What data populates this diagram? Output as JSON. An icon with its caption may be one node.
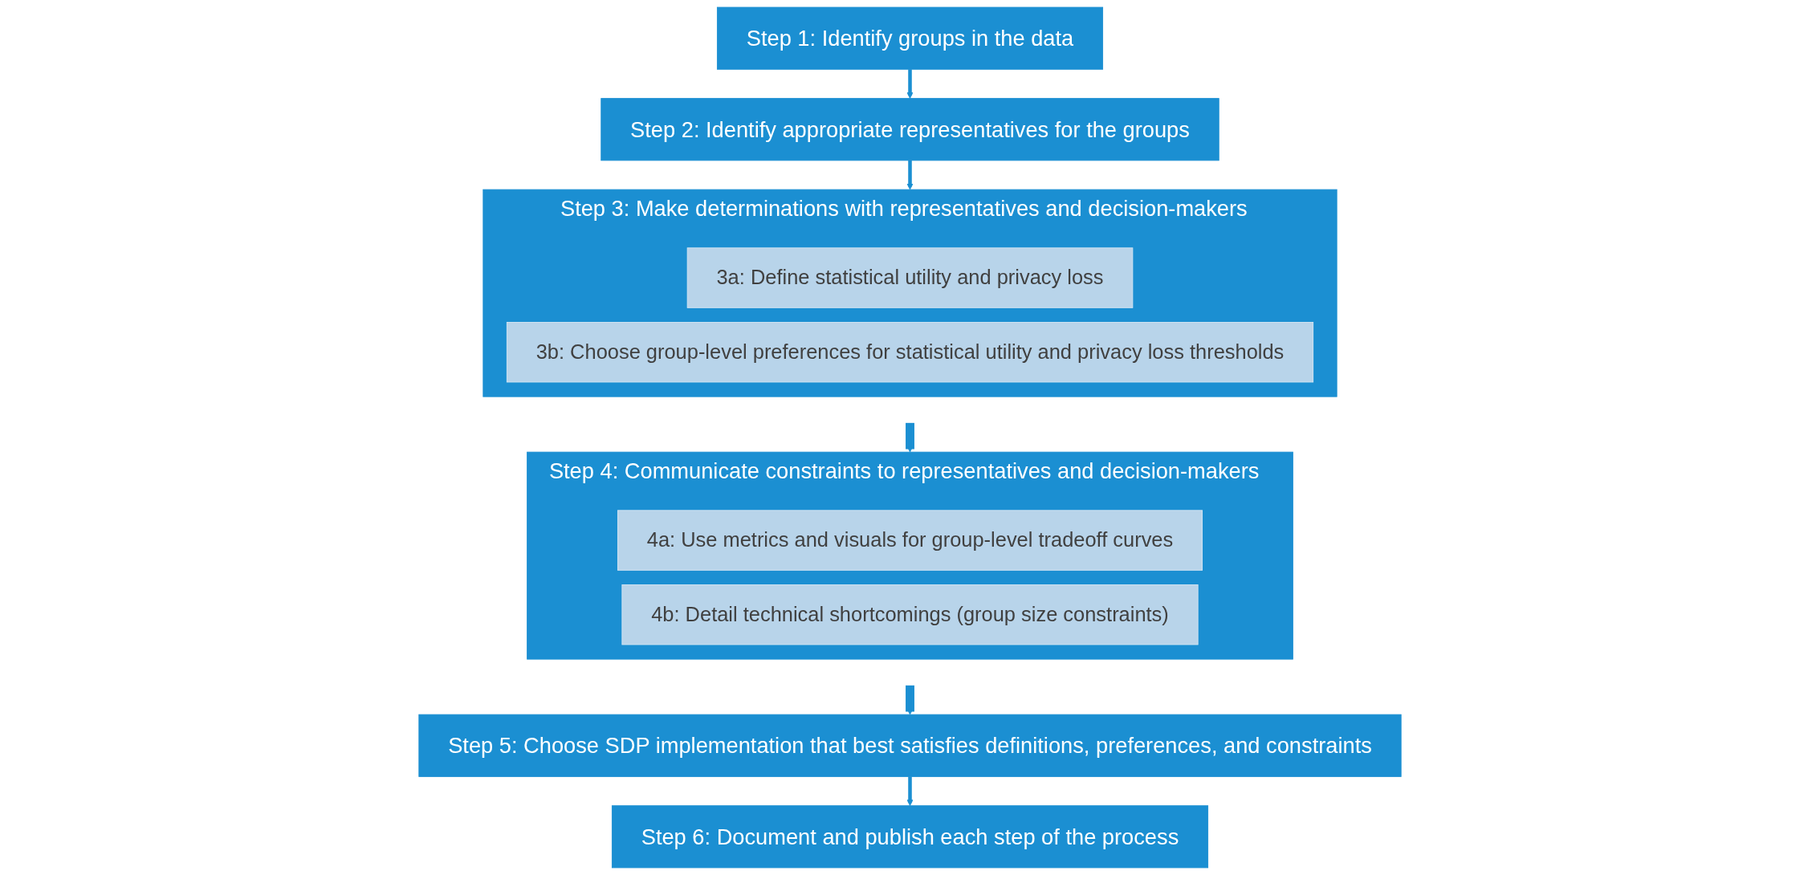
{
  "diagram": {
    "nodes": [
      {
        "text": [
          "Step 1: Identify groups in the data"
        ]
      },
      {
        "text": [
          "Step 2: Identify appropriate representatives for the groups"
        ]
      },
      {
        "text": [
          "Step 3: Make determinations with representatives and decision-makers"
        ]
      },
      {
        "text": [
          "3a: Define statistical utility and privacy loss"
        ],
        "in": 2
      },
      {
        "text": [
          "3b: Choose group-level preferences for statistical utility and privacy loss thresholds"
        ],
        "in": 2
      },
      {
        "text": [
          "Step 4: Communicate constraints to representatives and decision-makers"
        ]
      },
      {
        "text": [
          "4a: Use metrics and visuals for group-level tradeoff curves"
        ],
        "in": 5
      },
      {
        "text": [
          "4b: Detail technical shortcomings (group size constraints)"
        ],
        "in": 5
      },
      {
        "text": [
          "Step 5: Choose SDP implementation that best satisfies definitions, preferences, and constraints"
        ]
      },
      {
        "text": [
          "Step 6: Document and publish each step of the process"
        ]
      }
    ],
    "edges": [
      {
        "from": 0,
        "to": 1,
        "arrow": "to"
      },
      {
        "from": 1,
        "to": 2,
        "arrow": "to"
      },
      {
        "from": 2,
        "to": 5,
        "arrow": "to",
        "style": "thick"
      },
      {
        "from": 5,
        "to": 8,
        "arrow": "to",
        "style": "thick"
      },
      {
        "from": 8,
        "to": 9,
        "arrow": "to"
      }
    ]
  }
}
